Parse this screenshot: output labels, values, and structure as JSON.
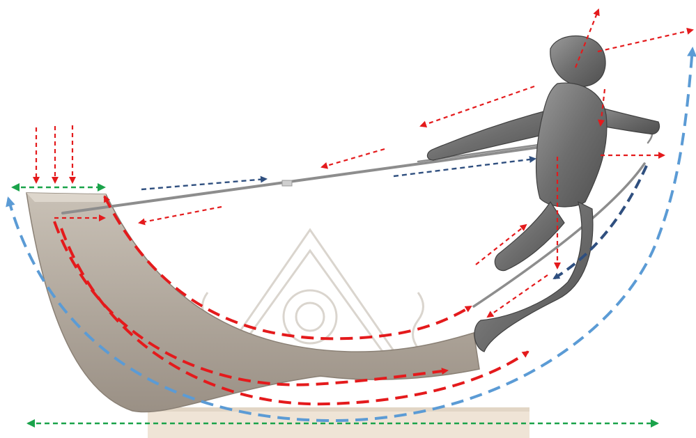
{
  "colors": {
    "background": "#ffffff",
    "force_red": "#e41a1c",
    "tension_navy": "#2f4f7f",
    "span_green": "#1aa34a",
    "bending_blue": "#5b9bd5",
    "stone": "#b6ada1",
    "stone_dark": "#857c70",
    "bronze": "#7e7e7e",
    "bronze_dark": "#4a4a4a",
    "base": "#efe4d6",
    "watermark": "#c8c0b6"
  },
  "figure": {
    "subject": "sculpture-of-fencer-on-curved-stone-base",
    "arrow_groups": [
      {
        "group": "compression-forces",
        "color": "force_red",
        "style": "dashed"
      },
      {
        "group": "tension-along-blade",
        "color": "tension_navy",
        "style": "dashed"
      },
      {
        "group": "horizontal-spans",
        "color": "span_green",
        "style": "dashed-double-headed"
      },
      {
        "group": "outer-bending-arcs",
        "color": "bending_blue",
        "style": "dashed"
      }
    ]
  }
}
